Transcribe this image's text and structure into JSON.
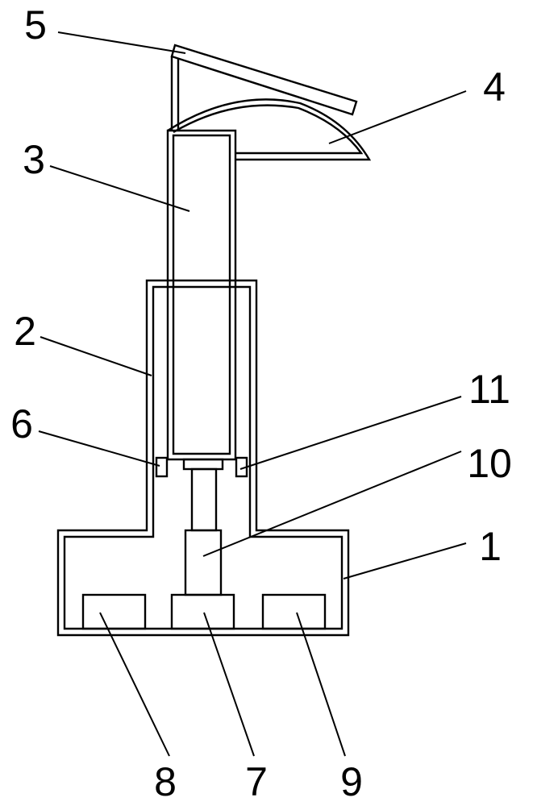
{
  "labels": {
    "part_1": "1",
    "part_2": "2",
    "part_3": "3",
    "part_4": "4",
    "part_5": "5",
    "part_6": "6",
    "part_7": "7",
    "part_8": "8",
    "part_9": "9",
    "part_10": "10",
    "part_11": "11"
  },
  "colors": {
    "line": "#000000",
    "background": "#ffffff"
  }
}
